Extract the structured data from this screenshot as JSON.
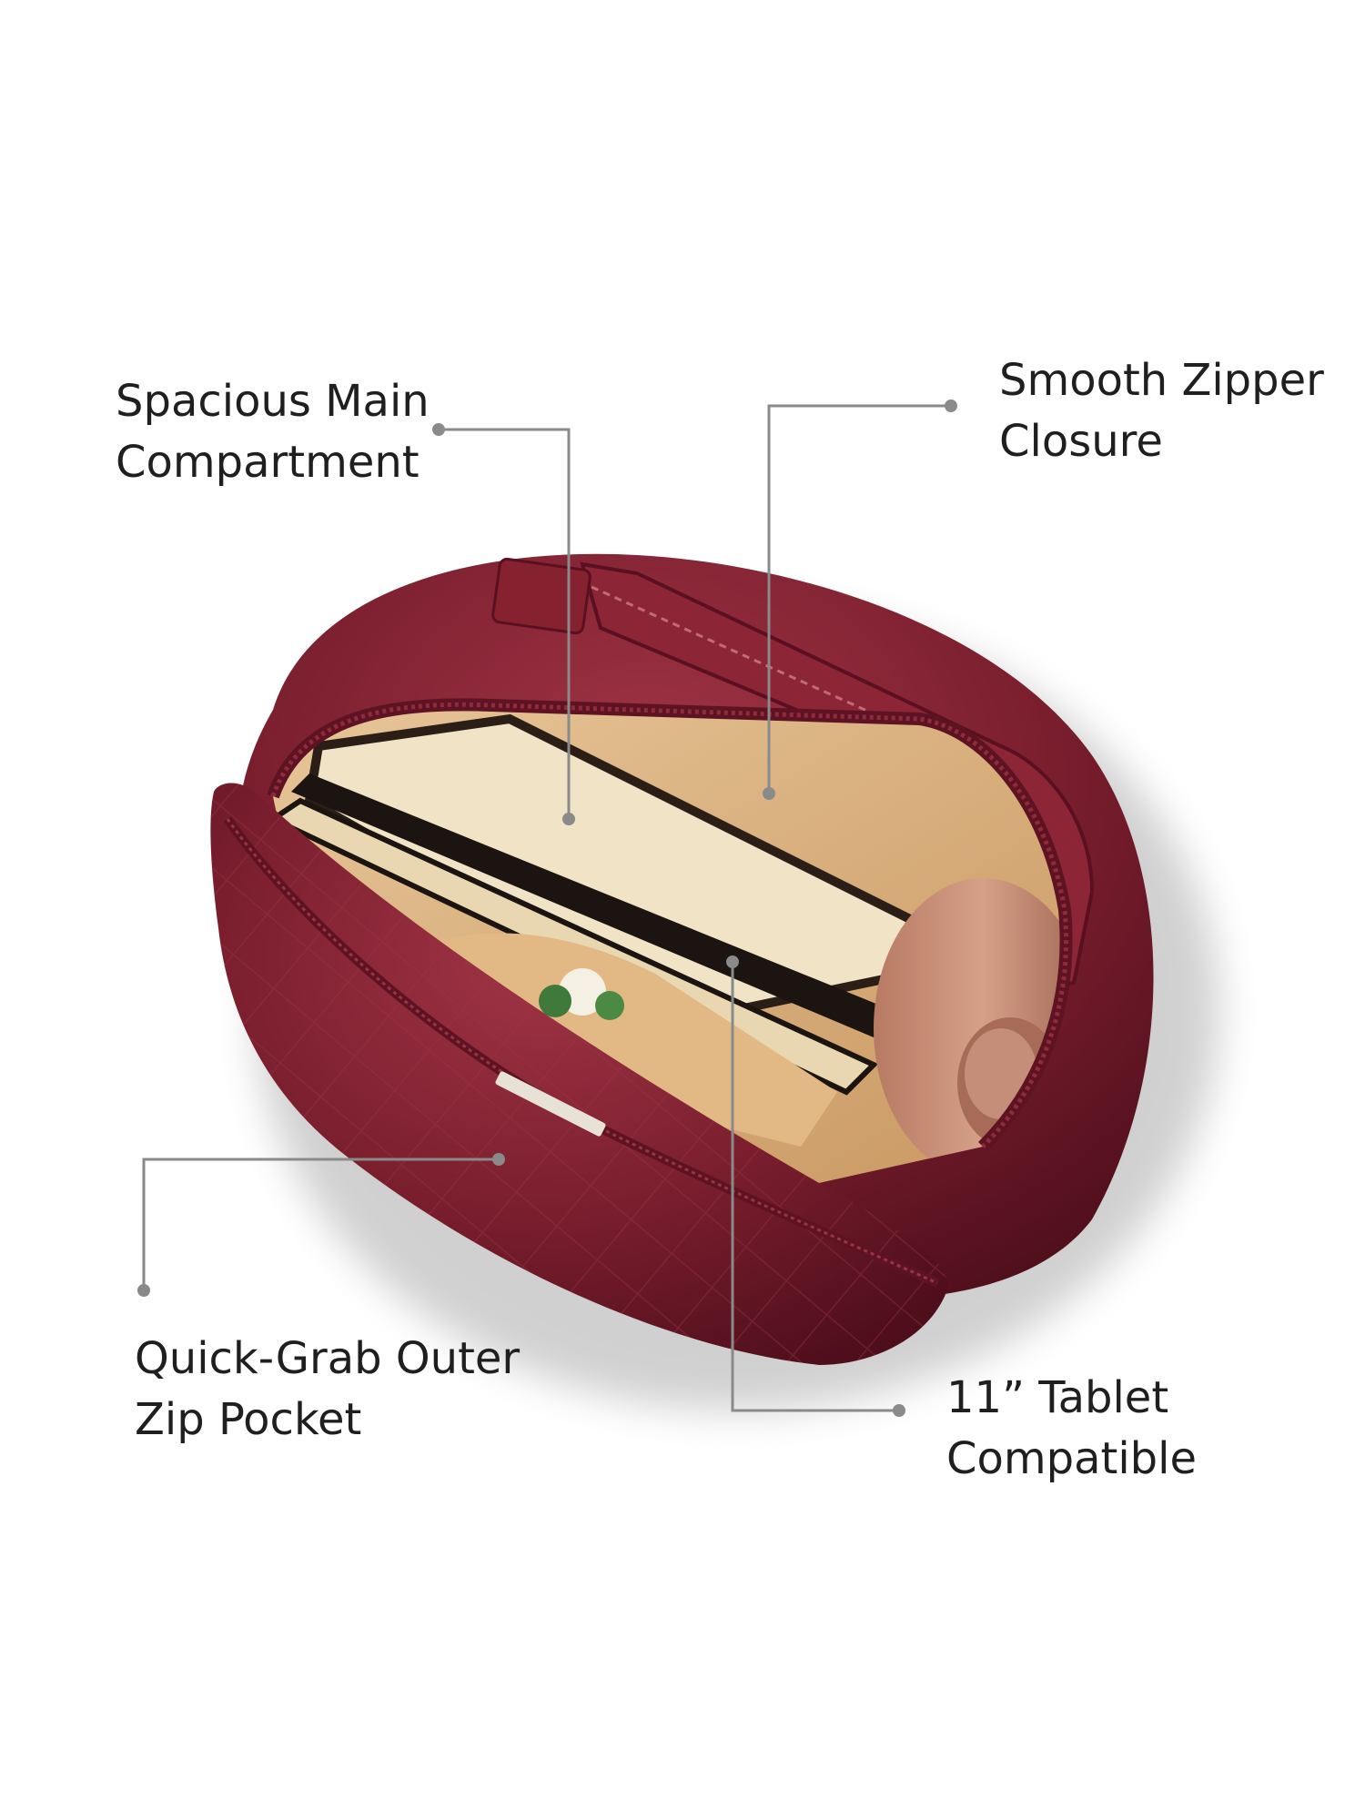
{
  "callouts": {
    "main_compartment": {
      "line1": "Spacious Main",
      "line2": "Compartment"
    },
    "zipper": {
      "line1": "Smooth Zipper",
      "line2": "Closure"
    },
    "outer_pocket": {
      "line1": "Quick-Grab Outer",
      "line2": "Zip Pocket"
    },
    "tablet": {
      "line1": "11” Tablet",
      "line2": "Compatible"
    }
  },
  "colors": {
    "leather": "#7a1e2e",
    "leather_dark": "#5a1020",
    "lining": "#d9b488",
    "leader_line": "#8a8a8a"
  }
}
